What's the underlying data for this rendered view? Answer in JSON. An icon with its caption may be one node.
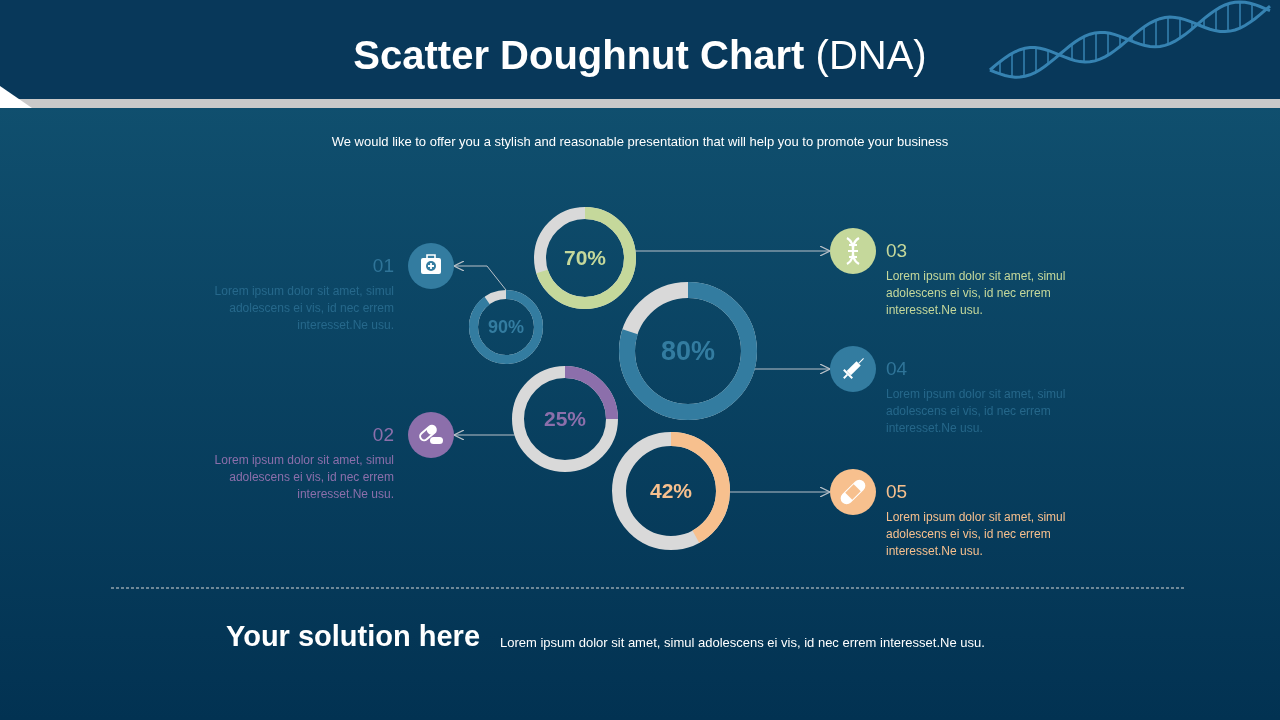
{
  "diagram": {
    "title": "**Scatter Doughnut Chart** (DNA)",
    "nodes": [
      {
        "text": [
          "01",
          "Lorem ipsum dolor sit amet, simul adolescens ei vis, id nec errem interesset.Ne usu."
        ]
      },
      {
        "text": [
          "90%"
        ]
      },
      {
        "text": [
          "70%"
        ]
      },
      {
        "text": [
          "03",
          "Lorem ipsum dolor sit amet, simul adolescens ei vis, id nec errem interesset.Ne usu."
        ]
      },
      {
        "text": [
          "80%"
        ]
      },
      {
        "text": [
          "04",
          "Lorem ipsum dolor sit amet, simul adolescens ei vis, id nec errem interesset.Ne usu."
        ]
      },
      {
        "text": [
          "02",
          "Lorem ipsum dolor sit amet, simul adolescens ei vis, id nec errem interesset.Ne usu."
        ]
      },
      {
        "text": [
          "25%"
        ]
      },
      {
        "text": [
          "42%"
        ]
      },
      {
        "text": [
          "05",
          "Lorem ipsum dolor sit amet, simul adolescens ei vis, id nec errem interesset.Ne usu."
        ]
      }
    ],
    "edges": [
      {
        "from": 1,
        "to": 0,
        "arrow": "to"
      },
      {
        "from": 2,
        "to": 3,
        "arrow": "to"
      },
      {
        "from": 4,
        "to": 5,
        "arrow": "to"
      },
      {
        "from": 7,
        "to": 6,
        "arrow": "to"
      },
      {
        "from": 8,
        "to": 9,
        "arrow": "to"
      }
    ],
    "labels": [
      "We would like to offer you a stylish and reasonable presentation that will help you to promote your business",
      "Your solution here",
      "Lorem ipsum dolor sit amet, simul adolescens ei vis, id nec errem interesset.Ne usu."
    ]
  }
}
